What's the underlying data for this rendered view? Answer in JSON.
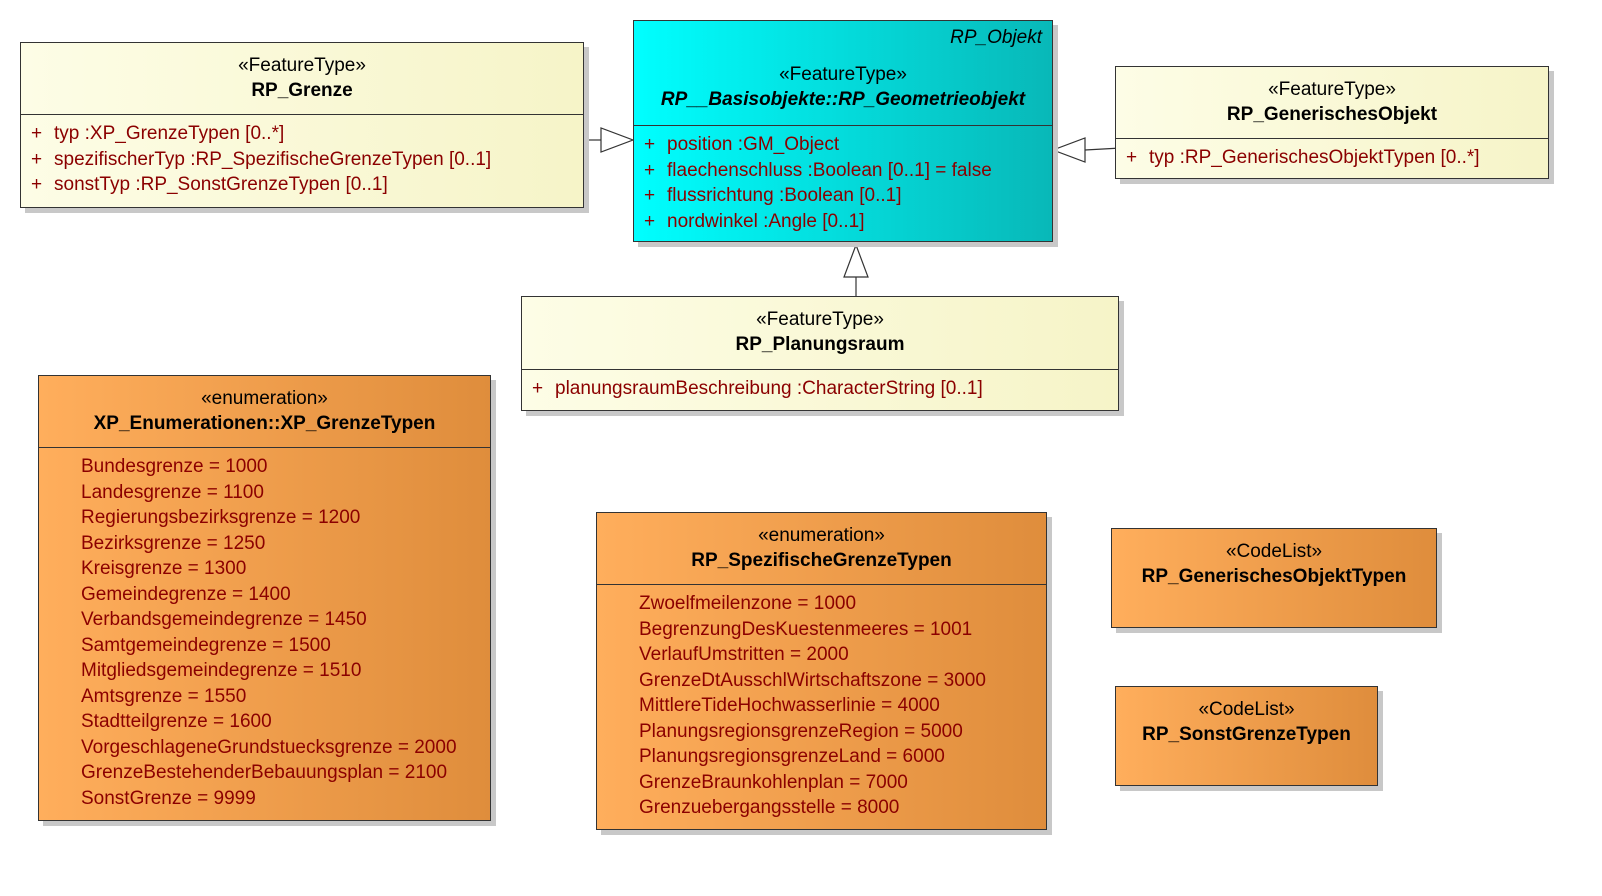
{
  "classes": {
    "grenze": {
      "stereotype": "«FeatureType»",
      "name": "RP_Grenze",
      "attributes": [
        {
          "vis": "+",
          "text": "typ  :XP_GrenzeTypen [0..*]"
        },
        {
          "vis": "+",
          "text": "spezifischerTyp  :RP_SpezifischeGrenzeTypen [0..1]"
        },
        {
          "vis": "+",
          "text": "sonstTyp  :RP_SonstGrenzeTypen [0..1]"
        }
      ]
    },
    "geometrieobjekt": {
      "parent_label": "RP_Objekt",
      "stereotype": "«FeatureType»",
      "name": "RP__Basisobjekte::RP_Geometrieobjekt",
      "attributes": [
        {
          "vis": "+",
          "text": "position  :GM_Object"
        },
        {
          "vis": "+",
          "text": "flaechenschluss  :Boolean [0..1] = false"
        },
        {
          "vis": "+",
          "text": "flussrichtung  :Boolean [0..1]"
        },
        {
          "vis": "+",
          "text": "nordwinkel  :Angle [0..1]"
        }
      ]
    },
    "generisches": {
      "stereotype": "«FeatureType»",
      "name": "RP_GenerischesObjekt",
      "attributes": [
        {
          "vis": "+",
          "text": "typ  :RP_GenerischesObjektTypen [0..*]"
        }
      ]
    },
    "planungsraum": {
      "stereotype": "«FeatureType»",
      "name": "RP_Planungsraum",
      "attributes": [
        {
          "vis": "+",
          "text": "planungsraumBeschreibung  :CharacterString [0..1]"
        }
      ]
    },
    "xp_grenzetypen": {
      "stereotype": "«enumeration»",
      "name": "XP_Enumerationen::XP_GrenzeTypen",
      "literals": [
        "Bundesgrenze = 1000",
        "Landesgrenze = 1100",
        "Regierungsbezirksgrenze = 1200",
        "Bezirksgrenze = 1250",
        "Kreisgrenze = 1300",
        "Gemeindegrenze = 1400",
        "Verbandsgemeindegrenze = 1450",
        "Samtgemeindegrenze = 1500",
        "Mitgliedsgemeindegrenze = 1510",
        "Amtsgrenze = 1550",
        "Stadtteilgrenze = 1600",
        "VorgeschlageneGrundstuecksgrenze = 2000",
        "GrenzeBestehenderBebauungsplan = 2100",
        "SonstGrenze = 9999"
      ]
    },
    "spezifische": {
      "stereotype": "«enumeration»",
      "name": "RP_SpezifischeGrenzeTypen",
      "literals": [
        "Zwoelfmeilenzone = 1000",
        "BegrenzungDesKuestenmeeres = 1001",
        "VerlaufUmstritten = 2000",
        "GrenzeDtAusschlWirtschaftszone = 3000",
        "MittlereTideHochwasserlinie = 4000",
        "PlanungsregionsgrenzeRegion = 5000",
        "PlanungsregionsgrenzeLand = 6000",
        "GrenzeBraunkohlenplan = 7000",
        "Grenzuebergangsstelle = 8000"
      ]
    },
    "generisches_typen": {
      "stereotype": "«CodeList»",
      "name": "RP_GenerischesObjektTypen"
    },
    "sonst_typen": {
      "stereotype": "«CodeList»",
      "name": "RP_SonstGrenzeTypen"
    }
  },
  "colors": {
    "feature_fill": "#f6f4c8",
    "parent_fill": "#00e0e0",
    "enum_fill": "#f0a050",
    "attribute_text": "#8b0000"
  }
}
